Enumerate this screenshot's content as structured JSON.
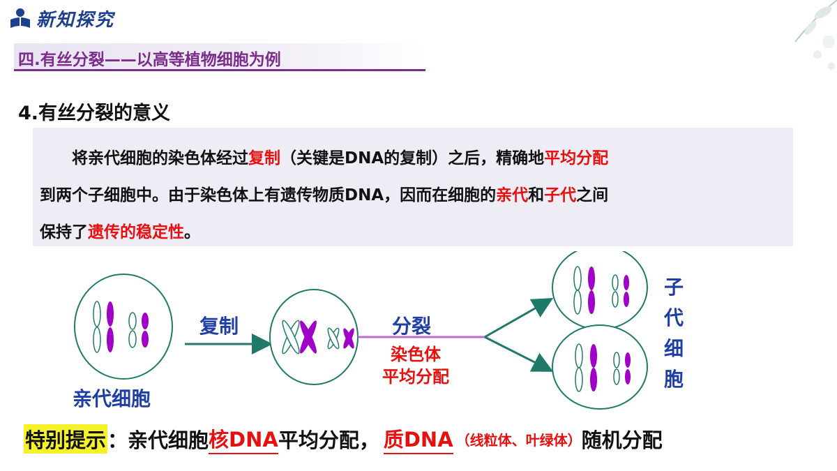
{
  "header": {
    "logo_text": "新知探究"
  },
  "section": {
    "title": "四.有丝分裂——以高等植物细胞为例"
  },
  "subheading": "4.有丝分裂的意义",
  "paragraph": {
    "s1": "将亲代细胞的染色体经过",
    "s2": "复制",
    "s3": "（关键是DNA的复制）之后，精确地",
    "s4": "平均分配",
    "s5": "到两个子细胞中。由于染色体上有遗传物质DNA，因而在细胞的",
    "s6": "亲代",
    "s7": "和",
    "s8": "子代",
    "s9": "之间",
    "s10": "保持了",
    "s11": "遗传的稳定性",
    "s12": "。"
  },
  "diagram": {
    "parent_label": "亲代细胞",
    "replicate_label": "复制",
    "divide_label": "分裂",
    "distribute_line1": "染色体",
    "distribute_line2": "平均分配",
    "child_label": [
      "子",
      "代",
      "细",
      "胞"
    ]
  },
  "tip": {
    "label": "特别提示",
    "colon": "：",
    "t1": "亲代细胞",
    "t2": "核DNA",
    "t3": "平均分配，",
    "t4": "质DNA",
    "t5": "（线粒体、叶绿体）",
    "t6": "随机分配"
  },
  "colors": {
    "purple": "#a000c8",
    "blue_label": "#1f3fa6",
    "red": "#e8100f",
    "arrow": "#1f7a6a"
  }
}
